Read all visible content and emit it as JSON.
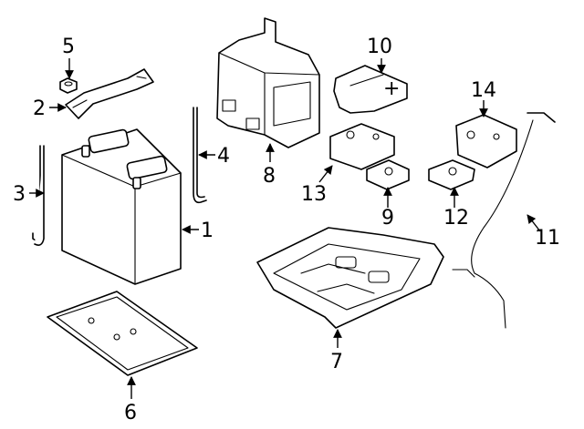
{
  "diagram": {
    "background": "#ffffff",
    "line_color": "#000000",
    "callouts": [
      "1",
      "2",
      "3",
      "4",
      "5",
      "6",
      "7",
      "8",
      "9",
      "10",
      "11",
      "12",
      "13",
      "14"
    ],
    "cover_symbol": "+"
  }
}
